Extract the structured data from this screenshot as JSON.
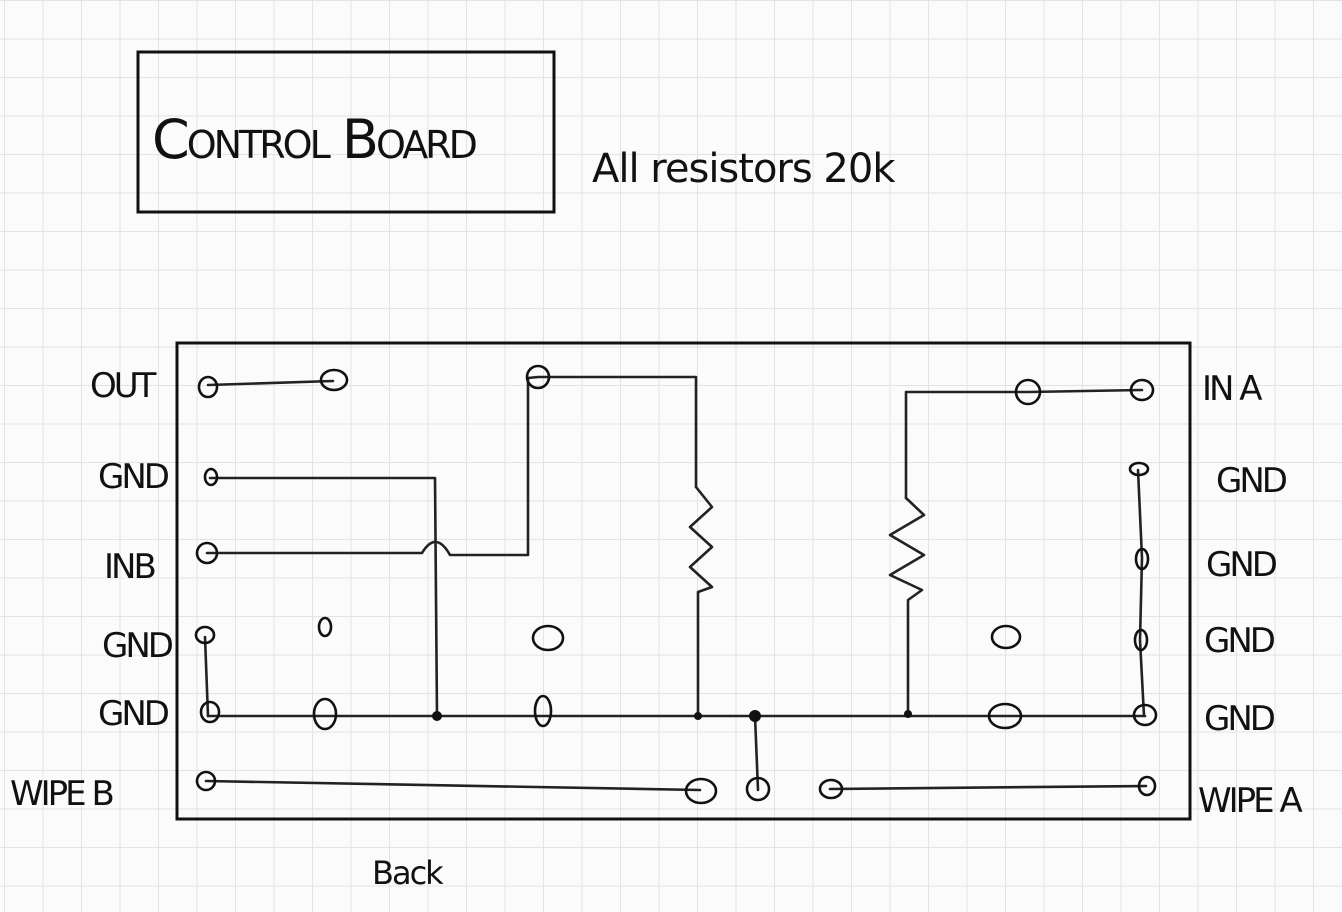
{
  "title": "Control Board",
  "note": "All resistors 20k",
  "footer": "Back",
  "left_labels": [
    "OUT",
    "GND",
    "INB",
    "GND",
    "GND",
    "WIPE B"
  ],
  "right_labels": [
    "IN A",
    "GND",
    "GND",
    "GND",
    "GND",
    "WIPE A"
  ],
  "colors": {
    "ink": "#111111",
    "grid": "#e3e3e3",
    "paper": "#fbfbfb"
  }
}
